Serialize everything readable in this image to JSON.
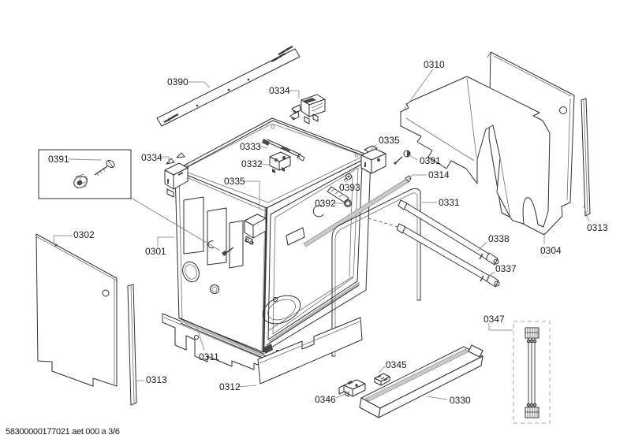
{
  "footer": {
    "doc_code": "58300000177021 aet 000 a 3/6"
  },
  "callouts": [
    {
      "text": "0390"
    },
    {
      "text": "0334"
    },
    {
      "text": "0310"
    },
    {
      "text": "0391"
    },
    {
      "text": "0334"
    },
    {
      "text": "0333"
    },
    {
      "text": "0332"
    },
    {
      "text": "0335"
    },
    {
      "text": "0335"
    },
    {
      "text": "0391"
    },
    {
      "text": "0393"
    },
    {
      "text": "0392"
    },
    {
      "text": "0314"
    },
    {
      "text": "0331"
    },
    {
      "text": "0338"
    },
    {
      "text": "0337"
    },
    {
      "text": "0304"
    },
    {
      "text": "0313"
    },
    {
      "text": "0302"
    },
    {
      "text": "0301"
    },
    {
      "text": "0313"
    },
    {
      "text": "0311"
    },
    {
      "text": "0312"
    },
    {
      "text": "0346"
    },
    {
      "text": "0345"
    },
    {
      "text": "0330"
    },
    {
      "text": "0347"
    }
  ]
}
